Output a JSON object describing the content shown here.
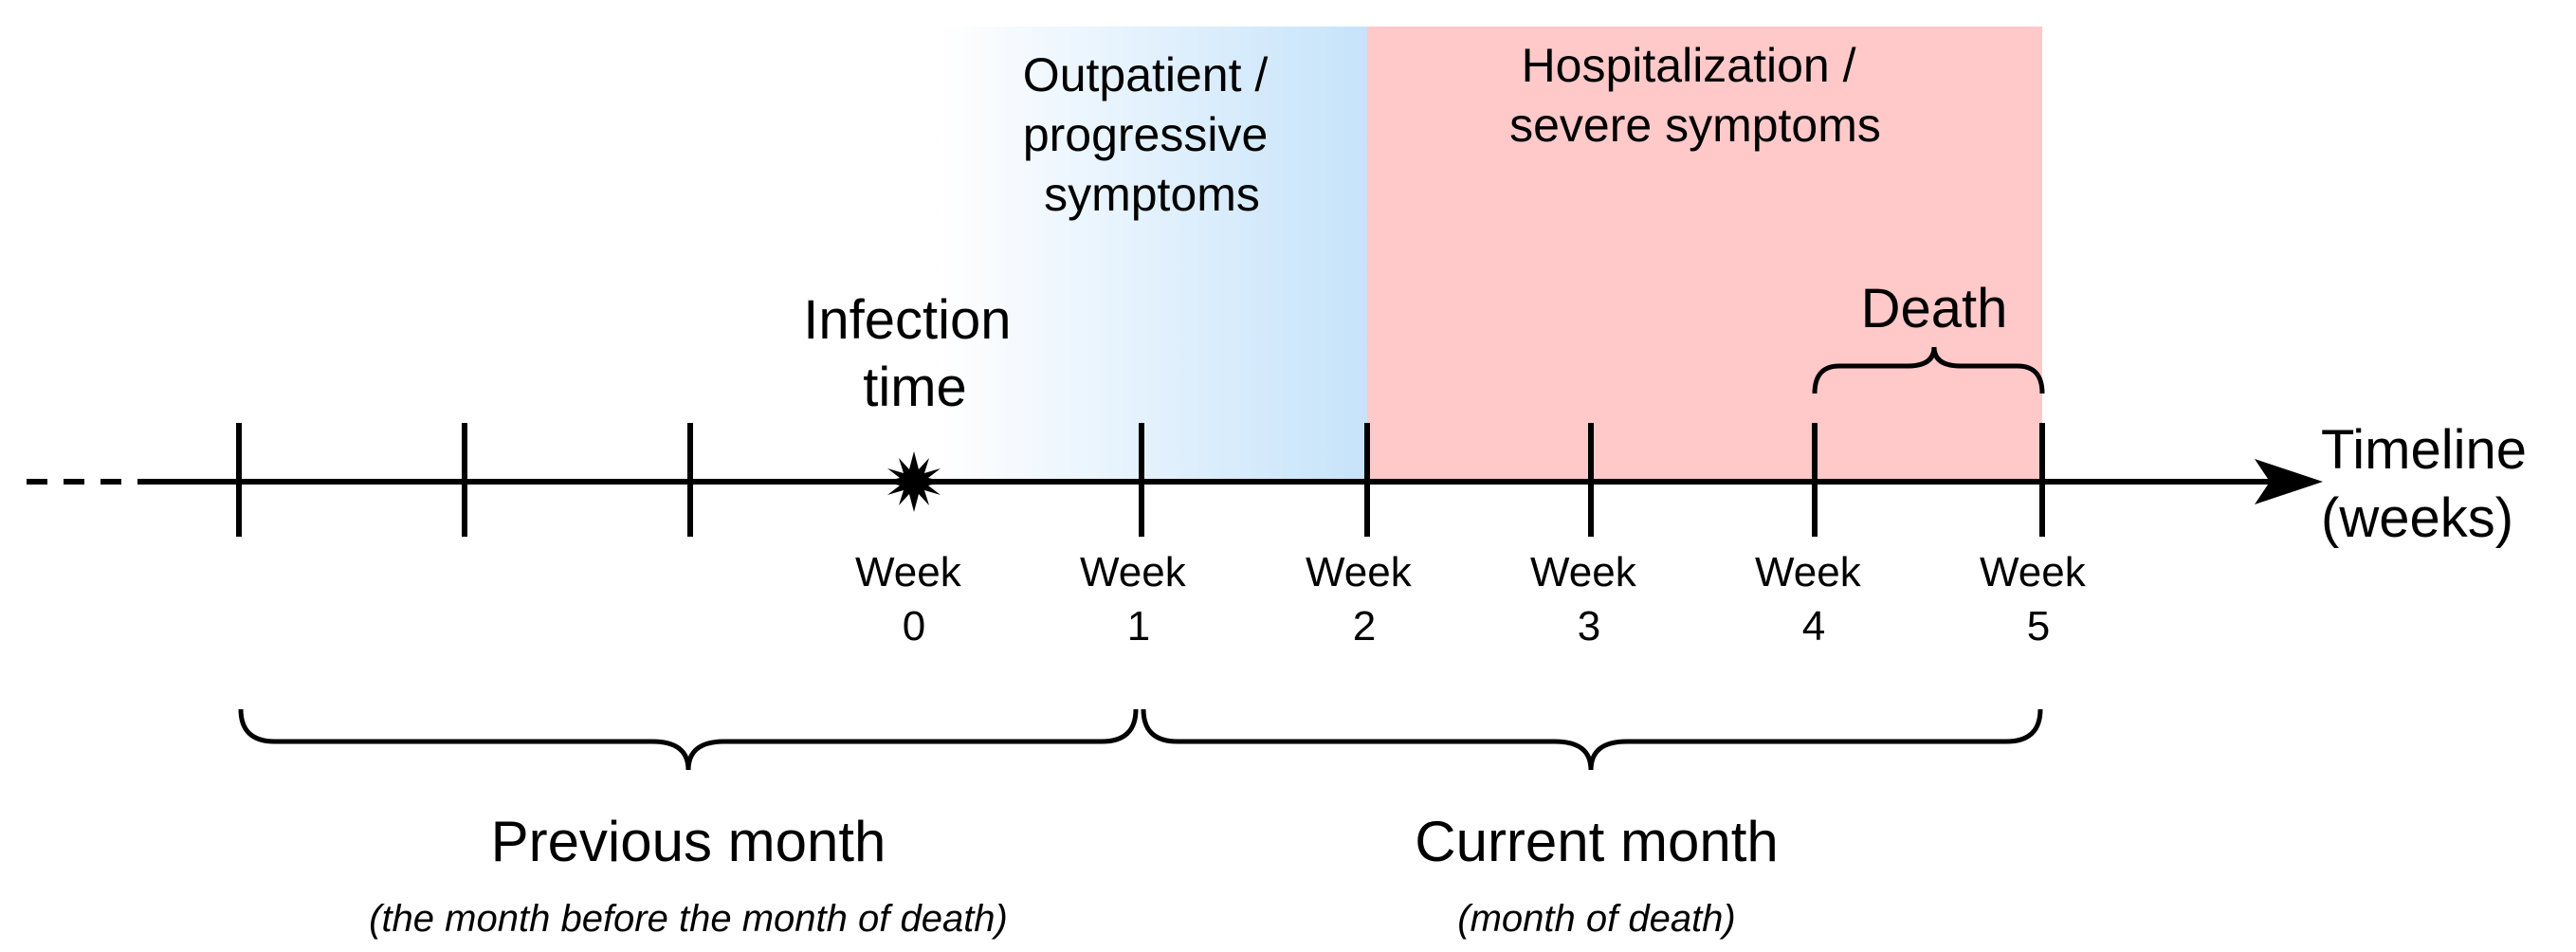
{
  "phases": {
    "outpatient": {
      "lines": [
        "Outpatient /",
        "progressive",
        "symptoms"
      ],
      "color": "#c6e3fa"
    },
    "hospitalization": {
      "lines": [
        "Hospitalization /",
        "severe symptoms"
      ],
      "color": "#ffc9c9"
    }
  },
  "infection": {
    "lines": [
      "Infection",
      "time"
    ],
    "marker": "starburst-icon"
  },
  "death": {
    "label": "Death"
  },
  "timeline": {
    "lines": [
      "Timeline",
      "(weeks)"
    ],
    "arrow": "arrowhead-icon"
  },
  "weeks": [
    {
      "line1": "Week",
      "line2": "0"
    },
    {
      "line1": "Week",
      "line2": "1"
    },
    {
      "line1": "Week",
      "line2": "2"
    },
    {
      "line1": "Week",
      "line2": "3"
    },
    {
      "line1": "Week",
      "line2": "4"
    },
    {
      "line1": "Week",
      "line2": "5"
    }
  ],
  "months": {
    "previous": {
      "title": "Previous month",
      "subtitle": "(the month before the month of death)"
    },
    "current": {
      "title": "Current month",
      "subtitle": "(month of death)"
    }
  }
}
